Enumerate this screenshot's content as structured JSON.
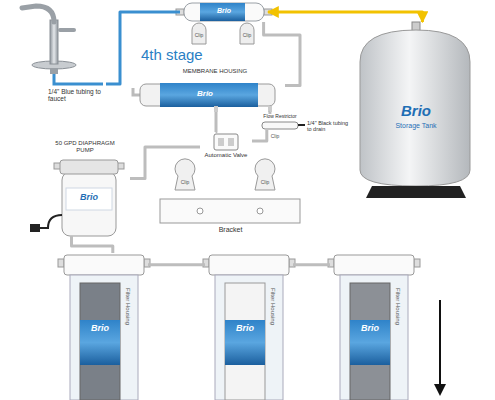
{
  "diagram": {
    "nodes": [
      {
        "text": [
          "1/4\" Blue tubing to faucet"
        ]
      },
      {
        "text": [
          "Brio"
        ]
      },
      {
        "text": [
          "Brio",
          "Storage Tank"
        ]
      },
      {
        "text": [
          "4th stage",
          "MEMBRANE HOUSING",
          "Brio"
        ]
      },
      {
        "text": [
          "Flow Restrictor"
        ]
      },
      {
        "text": [
          "Automatic Valve"
        ]
      },
      {
        "text": [
          "50 GPD DIAPHRAGM PUMP",
          "Brio"
        ]
      },
      {
        "text": [
          "Bracket"
        ]
      },
      {
        "text": [
          "Brio",
          "Filter Housing"
        ]
      },
      {
        "text": [
          "Brio",
          "Filter Housing"
        ]
      },
      {
        "text": [
          "Brio",
          "Filter Housing"
        ]
      }
    ],
    "edges": [
      {
        "from": 1,
        "to": 0,
        "arrow": "none"
      },
      {
        "from": 1,
        "to": 2,
        "arrow": "both"
      },
      {
        "from": 3,
        "to": 1,
        "arrow": "none"
      },
      {
        "from": 3,
        "to": 4,
        "arrow": "none"
      },
      {
        "from": 4,
        "to": 5,
        "arrow": "none"
      },
      {
        "from": 5,
        "to": 3,
        "arrow": "none"
      },
      {
        "from": 6,
        "to": 5,
        "arrow": "none"
      },
      {
        "from": 8,
        "to": 6,
        "arrow": "none"
      },
      {
        "from": 9,
        "to": 8,
        "arrow": "none"
      },
      {
        "from": 10,
        "to": 9,
        "arrow": "none"
      }
    ],
    "labels": [
      "Clip",
      "Clip",
      "1/4\" Black tubing to drain",
      "Clip",
      "Clip",
      "Clip"
    ]
  }
}
